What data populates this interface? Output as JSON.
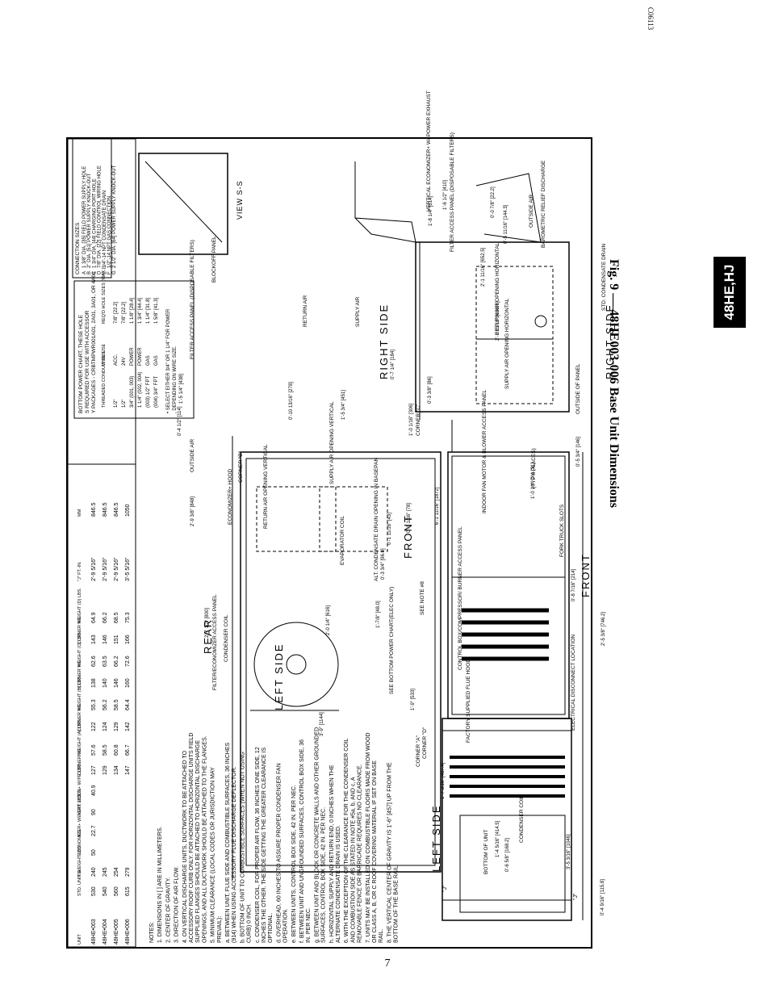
{
  "doc_code": "C06113",
  "side_tab": "48HE,HJ",
  "figure_caption": "Fig. 9 — 48HE003-006 Base Unit Dimensions",
  "page_number": "7",
  "weights_table": {
    "headers": [
      "UNIT",
      "STD. UNIT WEIGHT LBS.",
      "KG.",
      "ECONOMIZER+ WEIGHT LBS.",
      "KG.",
      "VERT. ECON+ W/PE LBS.",
      "KG.",
      "CORNER WEIGHT (A) LBS.",
      "KG.",
      "CORNER WEIGHT (B) LBS.",
      "KG.",
      "CORNER WEIGHT (C) LBS.",
      "KG.",
      "CORNER WEIGHT (D) LBS.",
      "KG.",
      "\"J\" FT.-IN.",
      "MM"
    ],
    "rows": [
      [
        "48HE•003",
        "530",
        "240",
        "50",
        "22.7",
        "90",
        "40.9",
        "127",
        "57.6",
        "122",
        "55.3",
        "138",
        "62.6",
        "143",
        "64.9",
        "2'-9 5/16\"",
        "846.5"
      ],
      [
        "48HE•004",
        "540",
        "245",
        "",
        "",
        "",
        "",
        "129",
        "58.5",
        "124",
        "56.2",
        "140",
        "63.5",
        "146",
        "66.2",
        "2'-9 5/16\"",
        "846.5"
      ],
      [
        "48HE•005",
        "560",
        "254",
        "",
        "",
        "",
        "",
        "134",
        "60.8",
        "129",
        "58.5",
        "146",
        "66.2",
        "151",
        "68.5",
        "2'-9 5/16\"",
        "846.5"
      ],
      [
        "48HE•006",
        "615",
        "279",
        "",
        "",
        "",
        "",
        "147",
        "66.7",
        "142",
        "64.4",
        "160",
        "72.6",
        "166",
        "75.3",
        "3'-5 5/16\"",
        "1050"
      ]
    ]
  },
  "notes": [
    "NOTES:",
    "1. DIMENSIONS IN [ ] ARE IN MILLIMETERS.",
    "2. CENTER OF GRAVITY.",
    "3. DIRECTION OF AIR FLOW.",
    "4. ON VERTICAL DISCHARGE UNITS, DUCTWORK TO BE ATTACHED TO ACCESSORY ROOF CURB ONLY. FOR HORIZONTAL DISCHARGE UNITS FIELD SUPPLIED FLANGES SHOULD BE ATTACHED TO HORIZONTAL DISCHARGE OPENINGS, AND ALL DUCTWORK SHOULD BE ATTACHED TO THE FLANGES.",
    "5. MINIMUM CLEARANCE (LOCAL CODES OR JURISDICTION MAY PREVAIL):",
    "a. BETWEEN UNIT, FLUE SIDE AND COMBUSTIBLE SURFACES, 36 INCHES (914) WHEN USING ACCESSORY FLUE DISCHARGE DEFLECTOR.",
    "b. BOTTOM OF UNIT TO COMBUSTIBLE SURFACES (WHEN NOT USING CURB) 0 INCH.",
    "c. CONDENSER COIL, FOR PROPER AIR FLOW, 36 INCHES ONE SIDE, 12 INCHES THE OTHER. THE SIDE GETTING THE GREATER CLEARANCE IS OPTIONAL.",
    "d. OVERHEAD, 60 INCHES TO ASSURE PROPER CONDENSER FAN OPERATION.",
    "e. BETWEEN UNITS, CONTROL BOX SIDE, 42 IN. PER NEC.",
    "f. BETWEEN UNIT AND UNGROUNDED SURFACES, CONTROL BOX SIDE, 36 IN. PER NEC.",
    "g. BETWEEN UNIT AND BLOCK OR CONCRETE WALLS AND OTHER GROUNDED SURFACES, CONTROL BOX SIDE, 42 IN. PER NEC.",
    "h. HORIZONTAL SUPPLY AND RETURN END, 0 INCHES WHEN THE ALTERNATE CONDENSATE DRAIN IS USED.",
    "6. WITH THE EXCEPTION OF THE CLEARANCE FOR THE CONDENSER COIL AND COMBUSTION SIDE AS STATED IN NOTE #5a, b, AND c, A REMOVABLE FENCE OR BARRICADE REQUIRES NO CLEARANCE.",
    "7. UNITS MAY BE INSTALLED ON COMBUSTIBLE FLOORS MADE FROM WOOD OR CLASS A, B, OR C ROOF COVERING MATERIAL IF SET ON BASE RAIL.",
    "8. THE VERTICAL CENTER OF GRAVITY IS 1'-6\" [457] UP FROM THE BOTTOM OF THE BASE RAIL."
  ],
  "connection_sizes": {
    "title": "CONNECTION SIZES",
    "rows": [
      [
        "A",
        "1 3/8\" DIA. [35] FIELD POWER SUPPLY HOLE"
      ],
      [
        "B",
        "2\" DIA. [51] POWER SUPPLY KNOCK-OUT"
      ],
      [
        "C",
        "1 3/4\" DIA. [44] CHARGING PORT HOLE"
      ],
      [
        "D",
        "7/8\" DIA. [22] FIELD CONTROL WIRING HOLE"
      ],
      [
        "E",
        "3/4\"-14 NPT CONDENSATE DRAIN"
      ],
      [
        "F",
        "1/2\"-14 NPT GAS CONNECTION"
      ],
      [
        "G",
        "2 1/2\" DIA. [64] POWER SUPPLY KNOCK-OUT"
      ]
    ]
  },
  "bottom_power_chart": {
    "title": "BOTTOM POWER CHART, THESE HOLES REQUIRED FOR USE WITH ACCESSORY PACKAGES - CRBTMPWR001A01, 2A01, 3A01, OR 4A01",
    "headers": [
      "THREADED CONDUIT SIZE",
      "WIRE USE",
      "REQ'D HOLE SIZES (MAX.)"
    ],
    "rows": [
      [
        "1/2\"",
        "ACC.",
        "7/8\" [22.2]"
      ],
      [
        "1/2\"",
        "24V",
        "7/8\" [22.2]"
      ],
      [
        "3/4\" (001, 003)",
        "POWER",
        "1 1/8\" [28.4]"
      ],
      [
        "1 1/4\" (002, 004)",
        "POWER",
        "1 3/4\" [44.4]"
      ],
      [
        "(003) 1/2\" FPT",
        "GAS",
        "1 1/4\" [31.8]"
      ],
      [
        "(004) 3/4\" FPT",
        "GAS",
        "1 5/8\" [41.3]"
      ]
    ],
    "footnote": "• SELECT EITHER 3/4\" OR 1 1/4\" FOR POWER, DEPENDING ON WIRE SIZE."
  },
  "views": {
    "rear": "REAR",
    "left_side": "LEFT SIDE",
    "right_side": "RIGHT SIDE",
    "front": "FRONT",
    "view_ss": "VIEW S-S"
  },
  "labels": {
    "corner_a": "CORNER \"A\"",
    "corner_b": "CORNER \"B\"",
    "corner_c": "CORNER \"C\"",
    "corner_d": "CORNER \"D\"",
    "condenser_coil": "CONDENSER COIL",
    "filter_econ_panel": "FILTER/ECONOMIZER ACCESS PANEL",
    "evaporator_coil": "EVAPORATOR COIL",
    "economizer_hood": "ECONOMIZER+ HOOD",
    "return_air_vertical": "RETURN AIR OPENING VERTICAL",
    "supply_air_vertical": "SUPPLY AIR OPENING VERTICAL",
    "outside_air": "OUTSIDE AIR",
    "return_air": "RETURN AIR",
    "supply_air": "SUPPLY AIR",
    "blockoff_panel": "BLOCKOFF PANEL",
    "filter_access_panel": "FILTER ACCESS PANEL (DISPOSABLE FILTERS)",
    "control_box": "CONTROL BOX/COMPRESSOR/ BURNER ACCESS PANEL",
    "indoor_fan": "INDOOR FAN MOTOR & BLOWER ACCESS PANEL",
    "fork_truck": "FORK TRUCK SLOTS",
    "flue_hood": "FACTORY SUPPLIED FLUE HOOD",
    "electrical_disconnect": "ELECTRICAL DISCONNECT LOCATION",
    "bottom_of_unit": "BOTTOM OF UNIT",
    "alt_condensate": "ALT. CONDENSATE DRAIN OPENING IN BASEPAN",
    "see_note_8": "SEE NOTE #8",
    "see_bottom_power": "SEE BOTTOM POWER CHART(ELEC ONLY)",
    "vertical_econ": "VERTICAL ECONOMIZER+ W/ POWER EXHAUST",
    "filter_panel_disposable": "FILTER ACCESS PANEL (DISPOSABLE FILTERS)",
    "return_horizontal": "RETURN AIR OPENING HORIZONTAL",
    "supply_horizontal": "SUPPLY AIR OPENING HORIZONTAL",
    "outside_air_barometric": "OUTSIDE AIR",
    "barometric_relief": "BAROMETRIC RELIEF DISCHARGE",
    "std_condensate": "STD. CONDENSATE DRAIN",
    "outside_of_panel": "OUTSIDE OF PANEL",
    "typ_8": "(TYP 8 PLACES)",
    "j": "\"J\""
  },
  "dimensions": [
    "2'-9 3/8\" [848]",
    "0'-4 1/2\" [114]",
    "1'-5 1/4\" [438]",
    "0'-10 13/16\" [278]",
    "1'-5 3/4\" [451]",
    "1'-0 1/16\" [306]",
    "0'-3 1/16\" [78]",
    "6'-1 11/16\" [1872]",
    "0'-8 7/16\" [214]",
    "2'-5 3/8\" [746.2]",
    "2'-0 1/4\" [616]",
    "1'-9\" [533]",
    "3'-9\" [1144]",
    "3'-5 3/16\" [1046]",
    "1'-7 3/16\" [487.4]",
    "1'-4 5/16\" [414.5]",
    "0'-6 5/8\" [168.2]",
    "0'-4 9/16\" [115.8]",
    "2'-7 1/2\" [800]",
    "1'-8 1/4\" [514]",
    "1'-6 1/2\" [410]",
    "0'-0 7/8\" [22.2]",
    "0'-5 11/16\" [144.3]",
    "0'-7 1/4\" [184]",
    "2'-1 11/16\" [652.5]",
    "2'-1 15/16\" [658.6]",
    "0'-3 3/8\" [86]",
    "0'-5 3/4\" [146]",
    "1'-0 1/4\" DIA [31]",
    "0'-1 11/16\" [43]",
    "0'-3 3/4\" [96.0]",
    "1'-7/8\" [48.0]"
  ]
}
